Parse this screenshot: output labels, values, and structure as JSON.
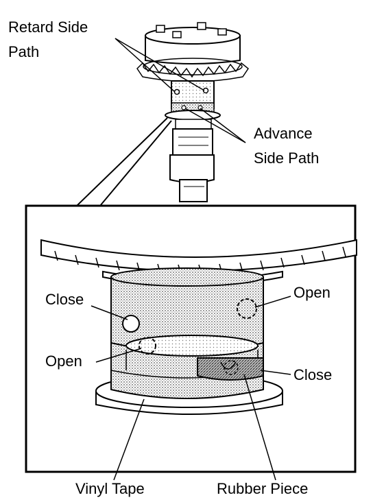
{
  "labels": {
    "retard_line1": "Retard Side",
    "retard_line2": "Path",
    "advance_line1": "Advance",
    "advance_line2": "Side Path",
    "close_upper": "Close",
    "open_upper": "Open",
    "open_lower": "Open",
    "close_lower": "Close",
    "vinyl_tape": "Vinyl Tape",
    "rubber_piece": "Rubber Piece"
  }
}
